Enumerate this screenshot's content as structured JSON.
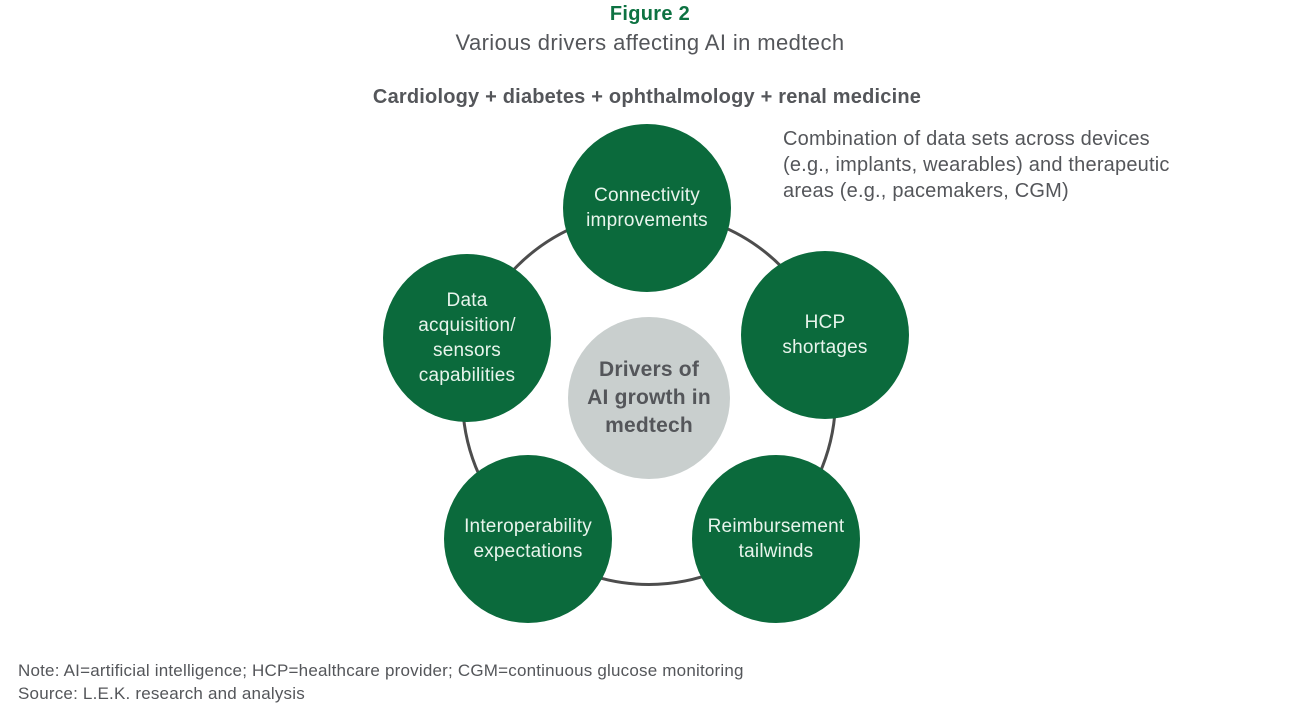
{
  "figure": {
    "label": "Figure 2",
    "title": "Various drivers affecting AI in medtech"
  },
  "section_heading": "Cardiology + diabetes + ophthalmology + renal medicine",
  "annotation": "Combination of data sets across devices\n(e.g., implants, wearables) and therapeutic\nareas (e.g., pacemakers, CGM)",
  "diagram": {
    "center": {
      "label": "Drivers of\nAI growth in\nmedtech"
    },
    "nodes": [
      {
        "id": "connectivity-improvements",
        "label": "Connectivity\nimprovements"
      },
      {
        "id": "data-acquisition-sensors-capabilities",
        "label": "Data\nacquisition/\nsensors\ncapabilities"
      },
      {
        "id": "hcp-shortages",
        "label": "HCP\nshortages"
      },
      {
        "id": "interoperability-expectations",
        "label": "Interoperability\nexpectations"
      },
      {
        "id": "reimbursement-tailwinds",
        "label": "Reimbursement\ntailwinds"
      }
    ]
  },
  "footer": {
    "note": "Note: AI=artificial intelligence; HCP=healthcare provider; CGM=continuous glucose monitoring",
    "source": "Source: L.E.K. research and analysis"
  },
  "colors": {
    "green": "#0B6A3C",
    "label_green": "#0D7242",
    "gray_circle": "#C9CFCE",
    "ring": "#4D4D4D",
    "text_gray": "#54565A",
    "circle_text": "#E8F4EC"
  }
}
